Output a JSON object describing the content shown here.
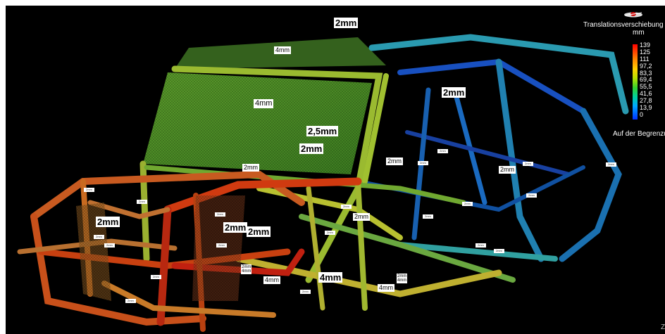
{
  "legend": {
    "title": "Translationsverschiebung",
    "unit": "mm",
    "values": [
      "139",
      "125",
      "111",
      "97,2",
      "83,3",
      "69,4",
      "55,5",
      "41,6",
      "27,8",
      "13,9",
      "0"
    ],
    "colors": [
      "#ff0000",
      "#ff7a00",
      "#ffd000",
      "#b8e000",
      "#33d030",
      "#00d0a0",
      "#00a8ff",
      "#0030ff"
    ],
    "boundary_label": "Auf der Begrenzung"
  },
  "labels": {
    "top_2mm": "2mm",
    "roof_4mm": "4mm",
    "windshield_4mm": "4mm",
    "rear_2mm": "2mm",
    "mid_2_5mm": "2,5mm",
    "mid_2mm": "2mm",
    "lower_2mm": "2mm",
    "front_2mm": "2mm",
    "center_2mm_a": "2mm",
    "center_2mm_b": "2mm",
    "right_2mm": "2mm",
    "far_right_2mm": "2mm",
    "bottom_4mm": "4mm",
    "small_4mm_a": "4mm",
    "small_4mm_b": "4mm",
    "small_4mm_c": "4mm",
    "small_4mm_d": "4mm",
    "stack_a_top": "2mm",
    "stack_a_bottom": "4mm",
    "stack_b_top": "2mm",
    "stack_b_bottom": "4mm",
    "tiny": "2mm"
  },
  "corner_glyph": "Z"
}
